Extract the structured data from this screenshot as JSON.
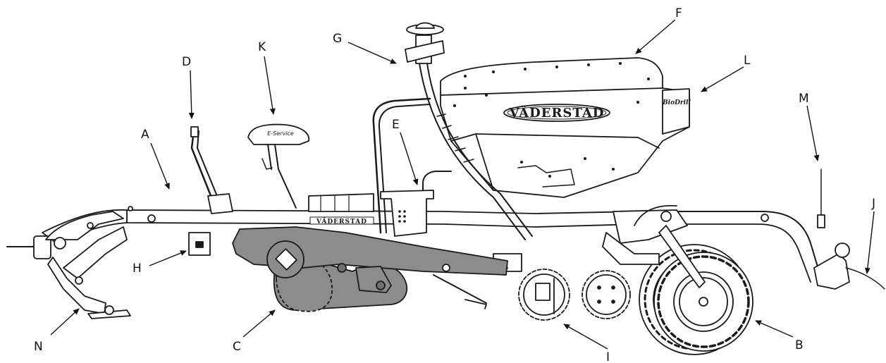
{
  "brand": {
    "hopper_logo": "VÄDERSTAD",
    "frame_logo": "VÄDERSTAD",
    "model_badge": "BioDrill",
    "box_badge": "E-Service"
  },
  "callouts": {
    "A": "A",
    "B": "B",
    "C": "C",
    "D": "D",
    "E": "E",
    "F": "F",
    "G": "G",
    "H": "H",
    "I": "I",
    "J": "J",
    "K": "K",
    "L": "L",
    "M": "M",
    "N": "N"
  },
  "colors": {
    "line": "#1a1a1a",
    "machine_fill": "#ffffff",
    "shaded_part": "#8c8c8c",
    "shaded_dark": "#6f6f6f"
  }
}
